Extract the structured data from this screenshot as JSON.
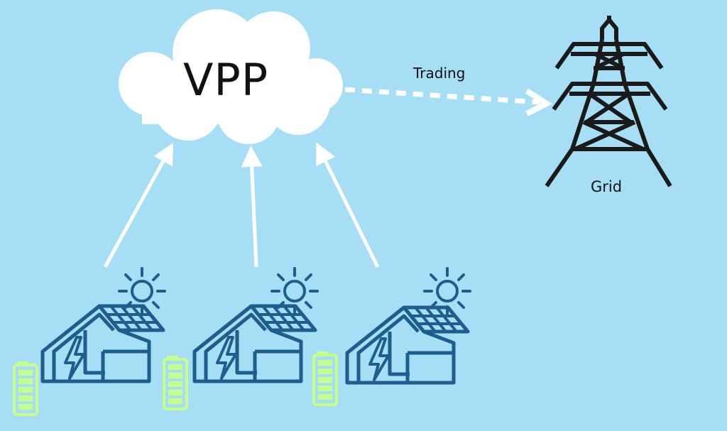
{
  "labels": {
    "vpp": "VPP",
    "trading": "Trading",
    "grid": "Grid"
  },
  "icons": {
    "cloud": "cloud-icon",
    "tower": "power-tower-icon",
    "house": "solar-house-icon",
    "sun": "sun-icon",
    "battery": "battery-icon"
  },
  "colors": {
    "background": "#a6dff5",
    "cloud": "#ffffff",
    "arrow": "#ffffff",
    "tower": "#1a1a1a",
    "house": "#1d5e8e",
    "battery": "#c6ff8a"
  },
  "houses": 3,
  "batteries": 3
}
